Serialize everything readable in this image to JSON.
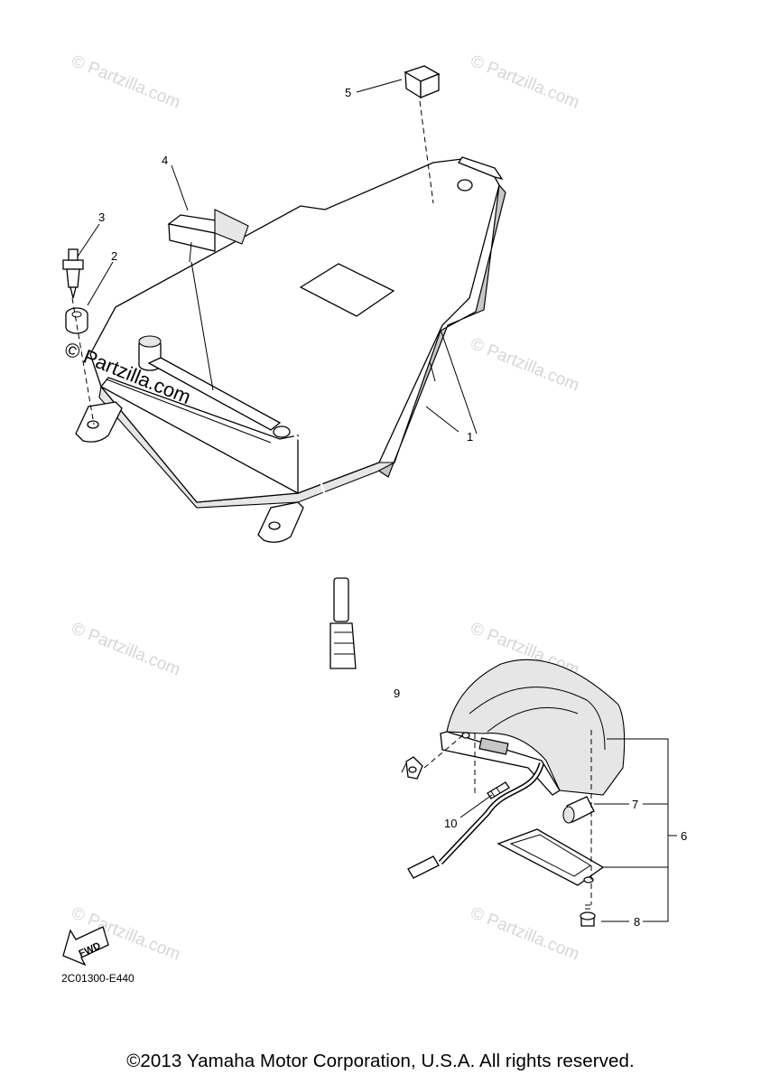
{
  "watermarks": {
    "text": "© Partzilla.com",
    "dark_text": "© Partzilla.com"
  },
  "callouts": [
    "1",
    "2",
    "3",
    "4",
    "5",
    "6",
    "7",
    "8",
    "9",
    "10"
  ],
  "fwd_label": "FWD",
  "diagram_code": "2C01300-E440",
  "copyright": "©2013 Yamaha Motor Corporation, U.S.A. All rights reserved."
}
